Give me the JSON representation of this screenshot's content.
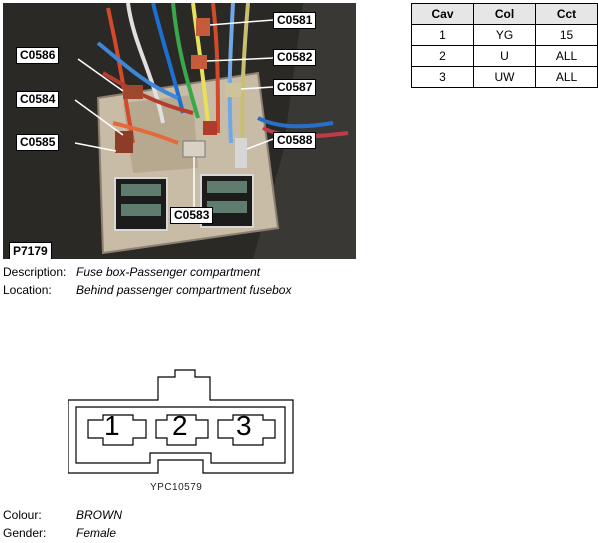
{
  "photo": {
    "id": "P7179",
    "callouts": [
      "C0581",
      "C0582",
      "C0587",
      "C0588",
      "C0586",
      "C0584",
      "C0585",
      "C0583"
    ]
  },
  "pin_table": {
    "headers": [
      "Cav",
      "Col",
      "Cct"
    ],
    "rows": [
      [
        "1",
        "YG",
        "15"
      ],
      [
        "2",
        "U",
        "ALL"
      ],
      [
        "3",
        "UW",
        "ALL"
      ]
    ]
  },
  "description": {
    "label": "Description:",
    "value": "Fuse box-Passenger compartment"
  },
  "location": {
    "label": "Location:",
    "value": "Behind passenger compartment fusebox"
  },
  "connector": {
    "pins": [
      "1",
      "2",
      "3"
    ],
    "ref": "YPC10579"
  },
  "colour": {
    "label": "Colour:",
    "value": "BROWN"
  },
  "gender": {
    "label": "Gender:",
    "value": "Female"
  }
}
